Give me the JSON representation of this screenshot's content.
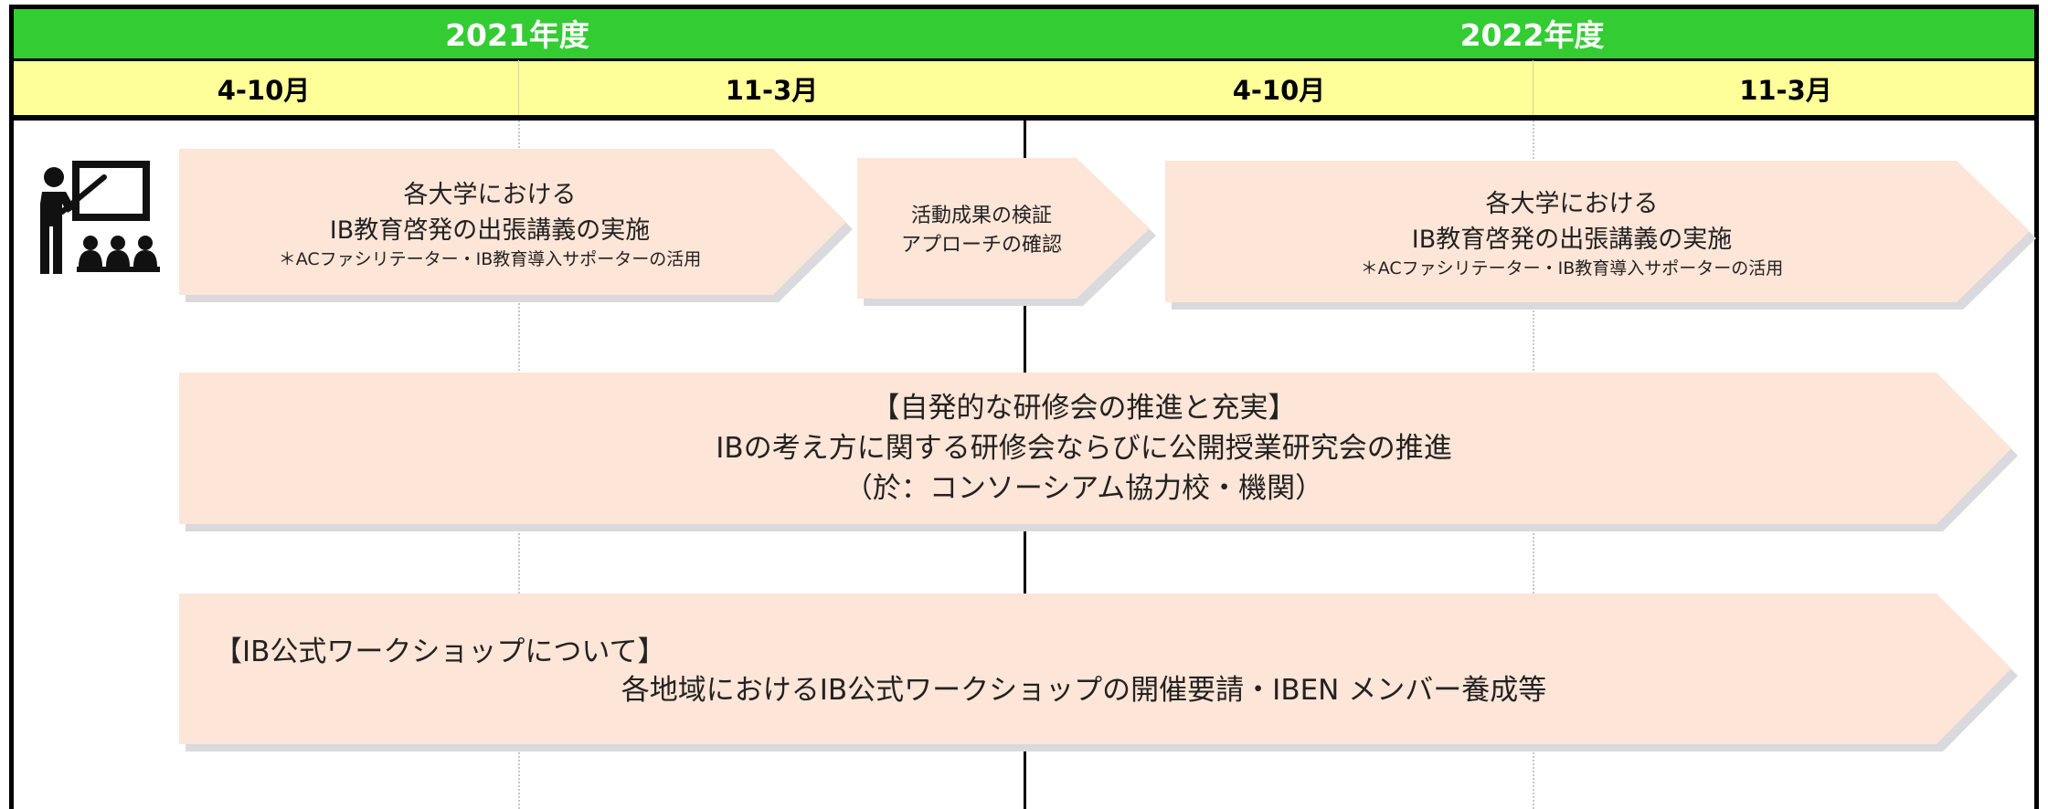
{
  "header": {
    "years": [
      {
        "label": "2021年度"
      },
      {
        "label": "2022年度"
      }
    ],
    "periods": [
      {
        "label": "4-10月"
      },
      {
        "label": "11-3月"
      },
      {
        "label": "4-10月"
      },
      {
        "label": "11-3月"
      }
    ]
  },
  "colors": {
    "year_band": "#33cc33",
    "period_band": "#ffff99",
    "arrow_fill": "#fde5d7",
    "arrow_shadow": "#d9d9de"
  },
  "icon": {
    "name": "teacher-presentation-icon"
  },
  "arrows": {
    "lecture_2021": {
      "line1": "各大学における",
      "line2": "IB教育啓発の出張講義の実施",
      "line3": "＊ACファシリテーター・IB教育導入サポーターの活用"
    },
    "verification": {
      "line1": "活動成果の検証",
      "line2": "アプローチの確認"
    },
    "lecture_2022": {
      "line1": "各大学における",
      "line2": "IB教育啓発の出張講義の実施",
      "line3": "＊ACファシリテーター・IB教育導入サポーターの活用"
    },
    "training": {
      "line1": "【自発的な研修会の推進と充実】",
      "line2": "IBの考え方に関する研修会ならびに公開授業研究会の推進",
      "line3": "（於：コンソーシアム協力校・機関）"
    },
    "workshop": {
      "line1": "【IB公式ワークショップについて】",
      "line2": "各地域におけるIB公式ワークショップの開催要請・IBEN メンバー養成等"
    }
  }
}
